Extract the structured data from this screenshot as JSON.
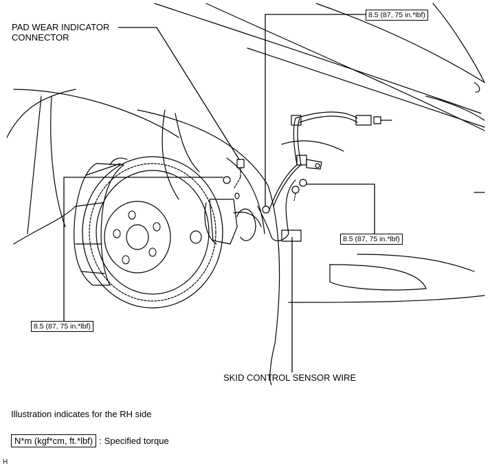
{
  "labels": {
    "pad_wear_line1": "PAD WEAR INDICATOR",
    "pad_wear_line2": "CONNECTOR",
    "skid_sensor_wire": "SKID CONTROL SENSOR WIRE"
  },
  "torque_callouts": {
    "top": "8.5 (87, 75 in.*lbf)",
    "right": "8.5 (87, 75 in.*lbf)",
    "left": "8.5 (87, 75 in.*lbf)"
  },
  "notes": {
    "side_note": "Illustration indicates for the RH side"
  },
  "legend": {
    "unit_box": "N*m (kgf*cm, ft.*lbf)",
    "separator": ":",
    "meaning": "Specified torque"
  },
  "corner_code": "H"
}
